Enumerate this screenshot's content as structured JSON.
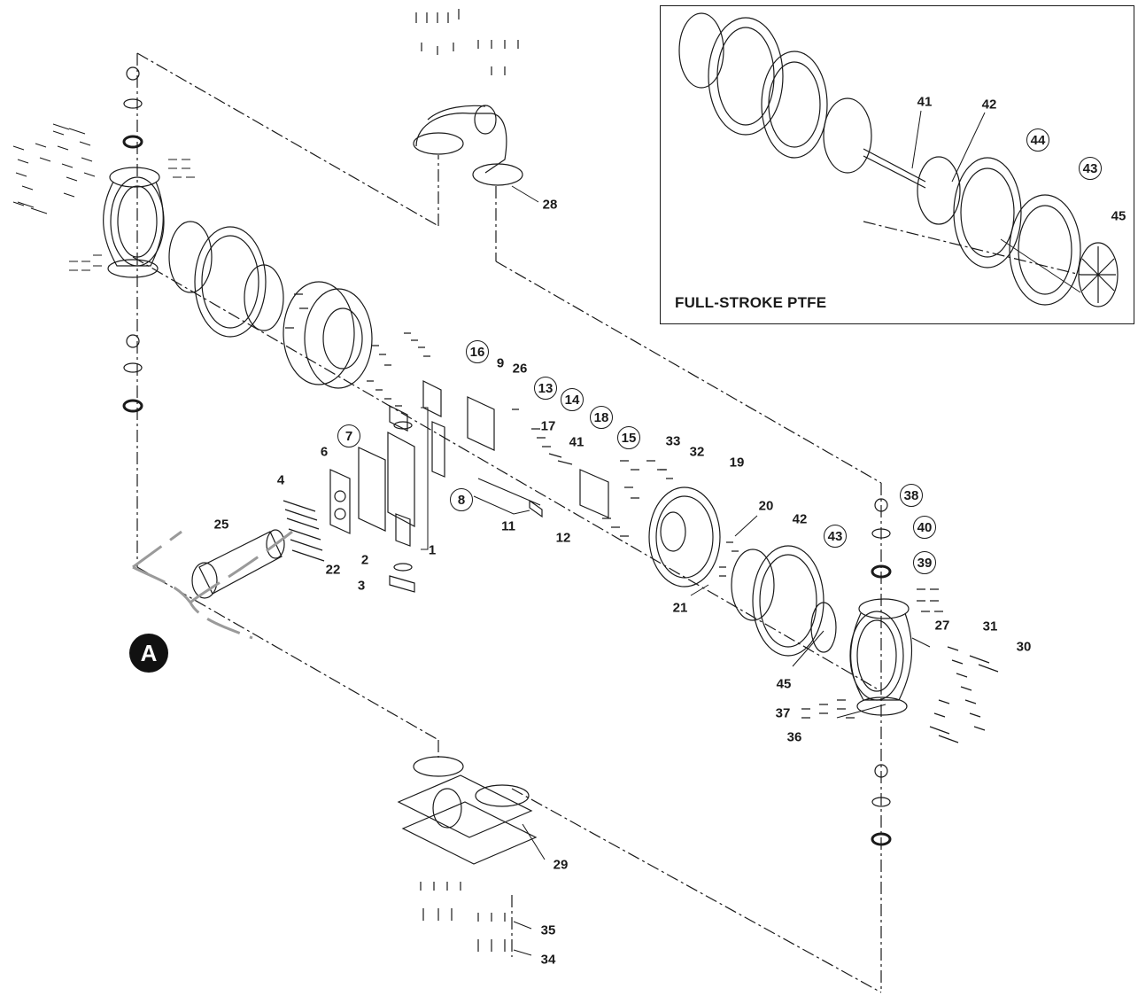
{
  "inset": {
    "title": "FULL-STROKE PTFE"
  },
  "callout": {
    "letter": "A"
  },
  "labels": {
    "p1": "1",
    "p2": "2",
    "p3": "3",
    "p4": "4",
    "p6": "6",
    "p7": "7",
    "p8": "8",
    "p9": "9",
    "p11": "11",
    "p12": "12",
    "p13": "13",
    "p14": "14",
    "p15": "15",
    "p16": "16",
    "p17": "17",
    "p18": "18",
    "p19": "19",
    "p20": "20",
    "p21": "21",
    "p22": "22",
    "p25": "25",
    "p26": "26",
    "p27": "27",
    "p28": "28",
    "p29": "29",
    "p30": "30",
    "p31": "31",
    "p32": "32",
    "p33": "33",
    "p34": "34",
    "p35": "35",
    "p36": "36",
    "p37": "37",
    "p38": "38",
    "p39": "39",
    "p40": "40",
    "p41": "41",
    "p42": "42",
    "p43": "43",
    "p45": "45",
    "i41": "41",
    "i42": "42",
    "i43": "43",
    "i44": "44",
    "i45": "45"
  },
  "colors": {
    "line": "#1a1a1a",
    "bracket_gray": "#9a9a9a",
    "background": "#ffffff"
  }
}
